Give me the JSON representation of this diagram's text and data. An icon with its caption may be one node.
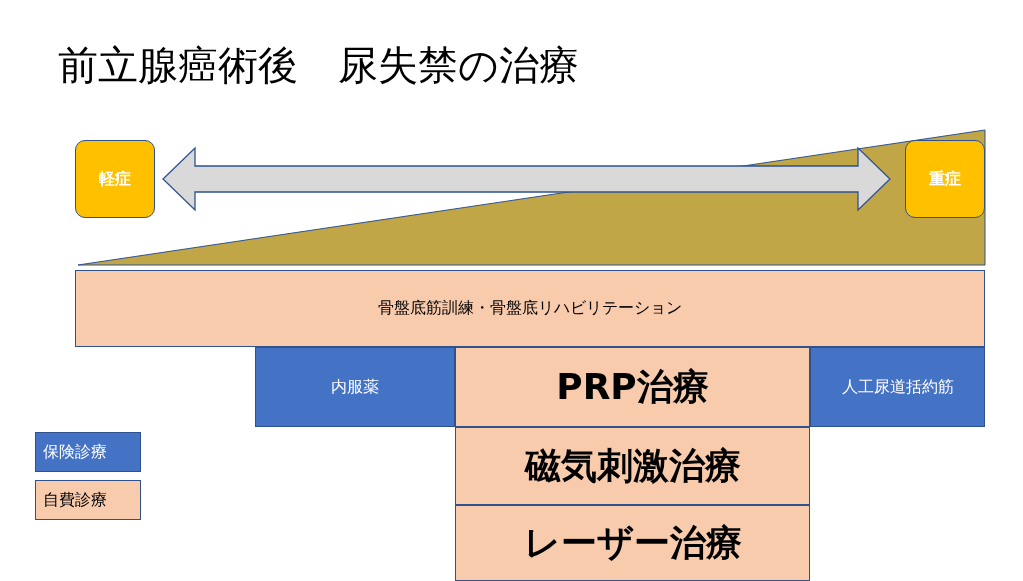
{
  "diagram": {
    "title": "前立腺癌術後　尿失禁の治療",
    "nodes": [
      {
        "text": [
          "軽症"
        ]
      },
      {
        "text": [
          "重症"
        ]
      },
      {
        "text": [
          "骨盤底筋訓練・骨盤底リハビリテーション"
        ]
      },
      {
        "text": [
          "内服薬"
        ]
      },
      {
        "text": [
          "PRP治療"
        ]
      },
      {
        "text": [
          "人工尿道括約筋"
        ]
      },
      {
        "text": [
          "磁気刺激治療"
        ]
      },
      {
        "text": [
          "レーザー治療"
        ]
      }
    ],
    "edges": [
      {
        "from": 0,
        "to": 1,
        "arrow": "both"
      }
    ],
    "legend": [
      {
        "text": "保険診療",
        "color": "#4472c4"
      },
      {
        "text": "自費診療",
        "color": "#f8cbad"
      }
    ]
  }
}
